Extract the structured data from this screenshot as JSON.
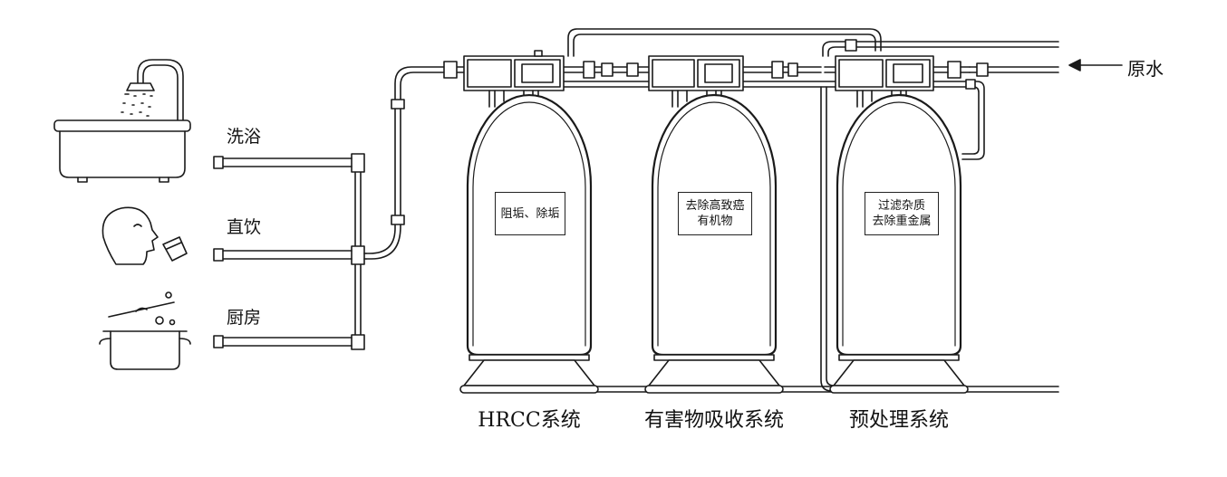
{
  "source": {
    "label": "原水"
  },
  "outlets": [
    {
      "id": "bath",
      "label": "洗浴"
    },
    {
      "id": "drink",
      "label": "直饮"
    },
    {
      "id": "kitchen",
      "label": "厨房"
    }
  ],
  "tanks": [
    {
      "id": "hrcc",
      "system": "HRCC系统",
      "plate": [
        "阻垢、除垢"
      ]
    },
    {
      "id": "absorb",
      "system": "有害物吸收系统",
      "plate": [
        "去除高致癌",
        "有机物"
      ]
    },
    {
      "id": "pre",
      "system": "预处理系统",
      "plate": [
        "过滤杂质",
        "去除重金属"
      ]
    }
  ],
  "colors": {
    "line": "#1a1a1a",
    "fill": "#ffffff"
  }
}
